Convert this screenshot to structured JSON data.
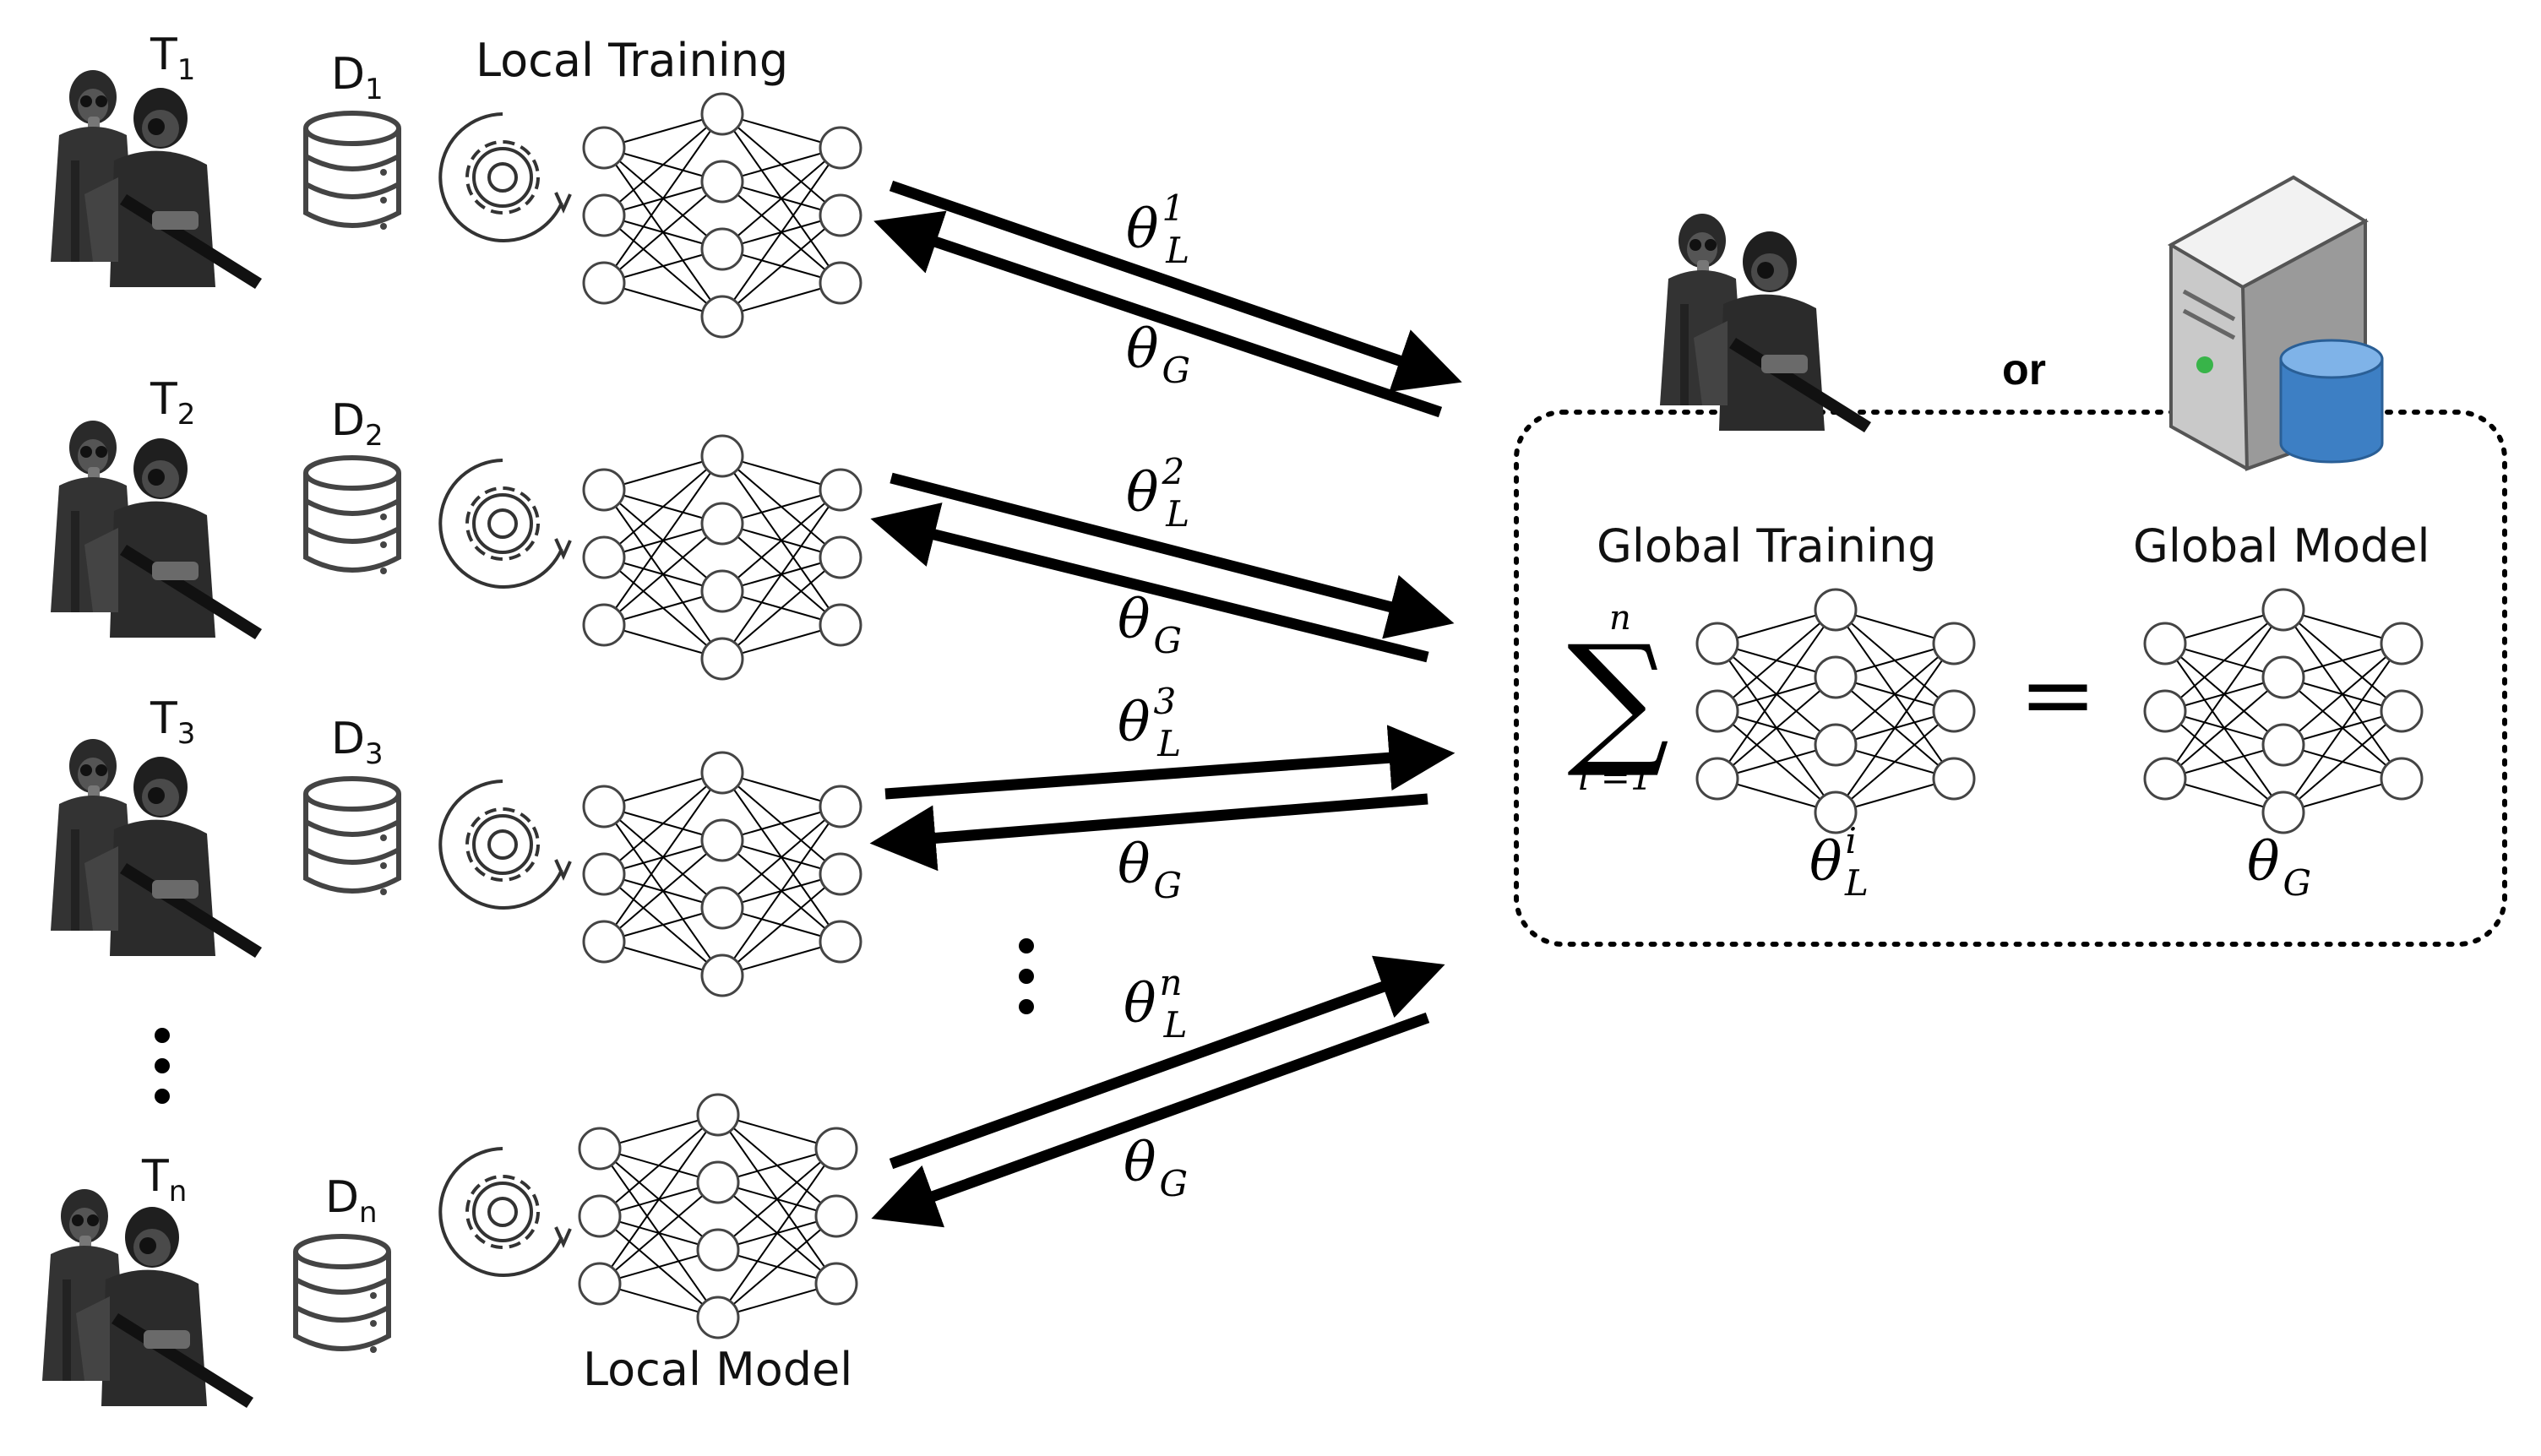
{
  "left": {
    "local_training_label": "Local Training",
    "local_model_label": "Local Model",
    "clients": [
      {
        "t": "T",
        "t_sub": "1",
        "d": "D",
        "d_sub": "1"
      },
      {
        "t": "T",
        "t_sub": "2",
        "d": "D",
        "d_sub": "2"
      },
      {
        "t": "T",
        "t_sub": "3",
        "d": "D",
        "d_sub": "3"
      },
      {
        "t": "T",
        "t_sub": "n",
        "d": "D",
        "d_sub": "n"
      }
    ]
  },
  "arrows": [
    {
      "up_sym": "θ",
      "up_sub": "L",
      "up_sup": "1",
      "down_sym": "θ",
      "down_sub": "G"
    },
    {
      "up_sym": "θ",
      "up_sub": "L",
      "up_sup": "2",
      "down_sym": "θ",
      "down_sub": "G"
    },
    {
      "up_sym": "θ",
      "up_sub": "L",
      "up_sup": "3",
      "down_sym": "θ",
      "down_sub": "G"
    },
    {
      "up_sym": "θ",
      "up_sub": "L",
      "up_sup": "n",
      "down_sym": "θ",
      "down_sub": "G"
    }
  ],
  "server": {
    "or_label": "or",
    "global_training_label": "Global Training",
    "global_model_label": "Global Model",
    "sum_upper": "n",
    "sum_lower": "i =1",
    "equals": "=",
    "local_param": {
      "sym": "θ",
      "sub": "L",
      "sup": "i"
    },
    "global_param": {
      "sym": "θ",
      "sub": "G"
    }
  },
  "colors": {
    "ink": "#000000",
    "server_body": "#d9d9d9",
    "cylinder": "#3d7fc4",
    "led": "#38b449"
  }
}
